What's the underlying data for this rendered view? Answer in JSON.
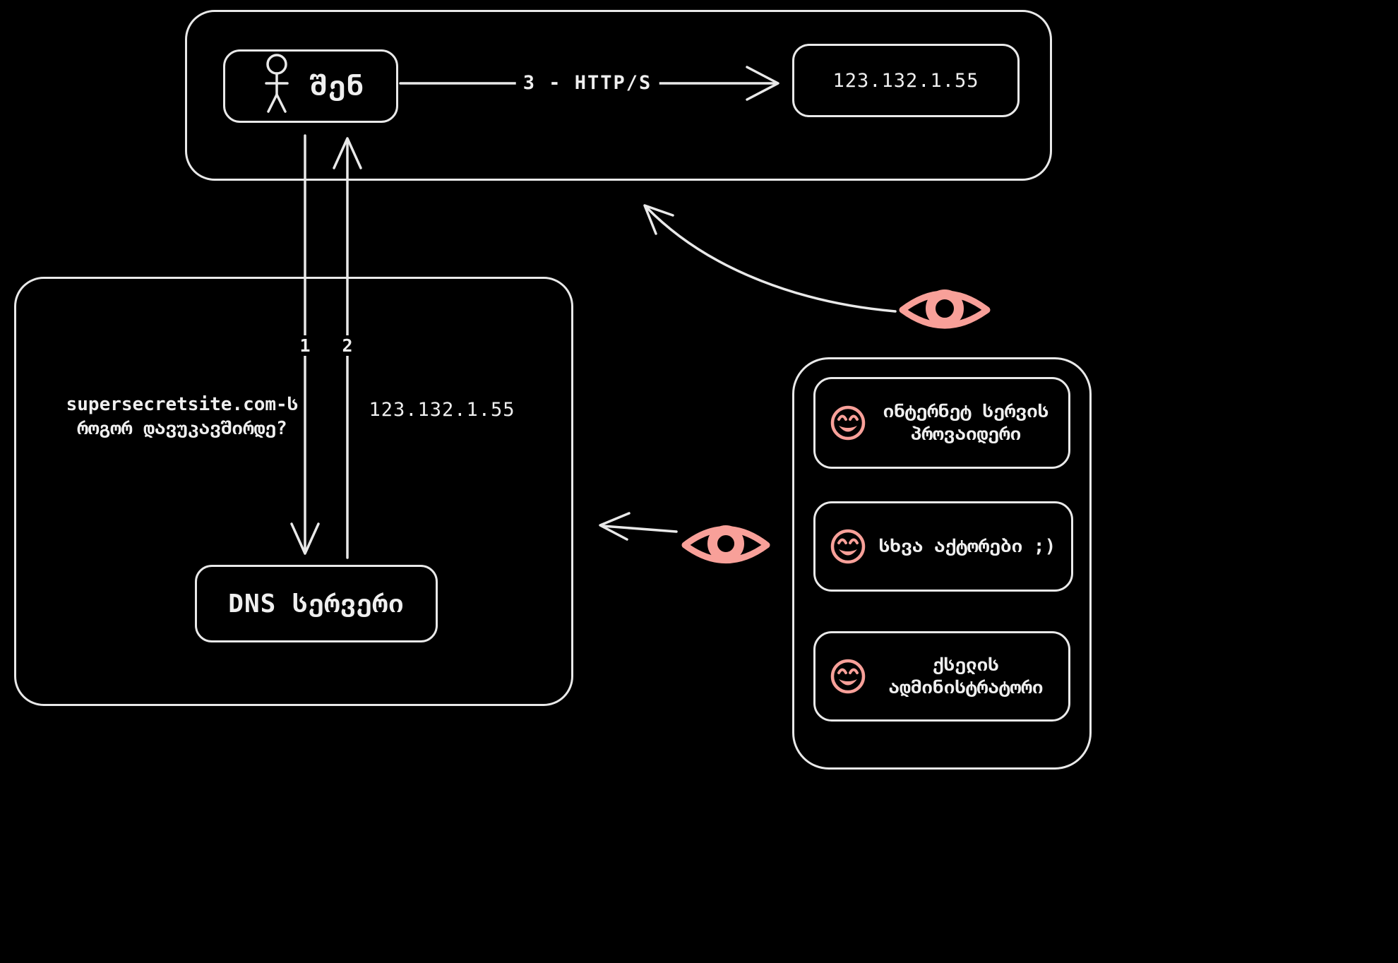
{
  "colors": {
    "background": "#000000",
    "stroke": "#e9e9e9",
    "text": "#efefef",
    "accent": "#f8a099"
  },
  "user_flow": {
    "user_label": "შენ",
    "http_arrow_label": "3 - HTTP/S",
    "web_server_ip": "123.132.1.55"
  },
  "dns_flow": {
    "query_text": "supersecretsite.com-ს\nროგორ დავუკავშირდე?",
    "response_ip": "123.132.1.55",
    "step1_label": "1",
    "step2_label": "2",
    "dns_server_label": "DNS სერვერი"
  },
  "observers": {
    "items": [
      {
        "label": "ინტერნეტ სერვის\nპროვაიდერი"
      },
      {
        "label": "სხვა აქტორები ;)"
      },
      {
        "label": "ქსელის\nადმინისტრატორი"
      }
    ]
  }
}
